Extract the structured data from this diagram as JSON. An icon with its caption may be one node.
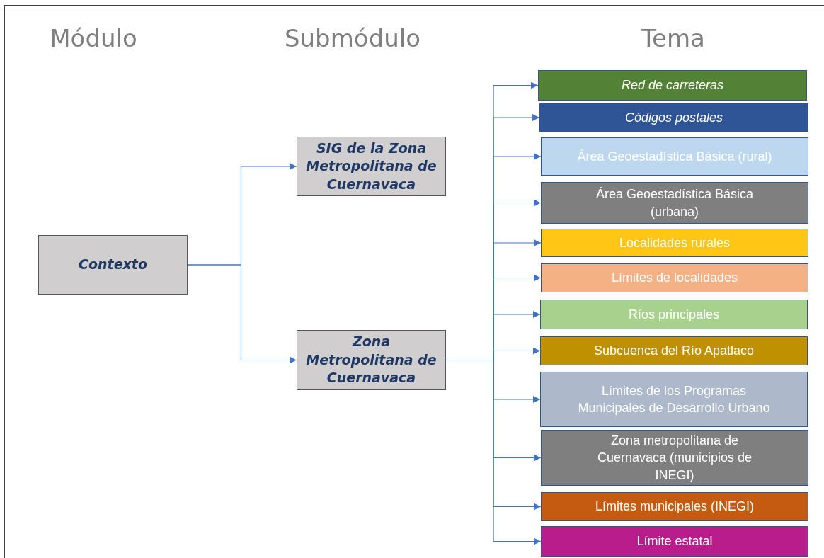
{
  "diagram": {
    "nodes": [
      {
        "text": [
          "Contexto"
        ]
      },
      {
        "text": [
          "SIG de la Zona Metropolitana de Cuernavaca"
        ]
      },
      {
        "text": [
          "Zona Metropolitana de Cuernavaca"
        ]
      },
      {
        "text": [
          "Red de carreteras"
        ]
      },
      {
        "text": [
          "Códigos postales"
        ]
      },
      {
        "text": [
          "Área Geoestadística Básica (rural)"
        ]
      },
      {
        "text": [
          "Área Geoestadística Básica (urbana)"
        ]
      },
      {
        "text": [
          "Localidades rurales"
        ]
      },
      {
        "text": [
          "Límites de localidades"
        ]
      },
      {
        "text": [
          "Ríos principales"
        ]
      },
      {
        "text": [
          "Subcuenca del Río Apatlaco"
        ]
      },
      {
        "text": [
          "Límites de los Programas Municipales de Desarrollo Urbano"
        ]
      },
      {
        "text": [
          "Zona metropolitana de Cuernavaca (municipios de INEGI)"
        ]
      },
      {
        "text": [
          "Límites municipales (INEGI)"
        ]
      },
      {
        "text": [
          "Límite estatal"
        ]
      }
    ],
    "edges": [
      {
        "from": 0,
        "to": 1,
        "arrow": "to"
      },
      {
        "from": 0,
        "to": 2,
        "arrow": "to"
      },
      {
        "from": 2,
        "to": 3,
        "arrow": "to"
      },
      {
        "from": 2,
        "to": 4,
        "arrow": "to"
      },
      {
        "from": 2,
        "to": 5,
        "arrow": "to"
      },
      {
        "from": 2,
        "to": 6,
        "arrow": "to"
      },
      {
        "from": 2,
        "to": 7,
        "arrow": "to"
      },
      {
        "from": 2,
        "to": 8,
        "arrow": "to"
      },
      {
        "from": 2,
        "to": 9,
        "arrow": "to"
      },
      {
        "from": 2,
        "to": 10,
        "arrow": "to"
      },
      {
        "from": 2,
        "to": 11,
        "arrow": "to"
      },
      {
        "from": 2,
        "to": 12,
        "arrow": "to"
      },
      {
        "from": 2,
        "to": 13,
        "arrow": "to"
      },
      {
        "from": 2,
        "to": 14,
        "arrow": "to"
      }
    ],
    "labels": [
      "Módulo",
      "Submódulo",
      "Tema"
    ]
  }
}
